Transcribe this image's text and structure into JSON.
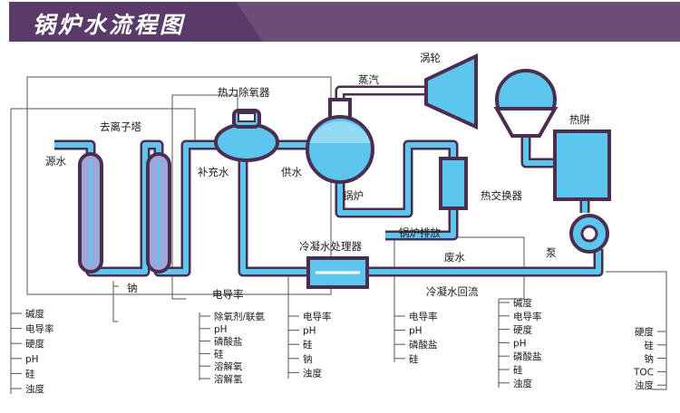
{
  "title": "锅炉水流程图",
  "colors": {
    "banner": "#5a3a68",
    "banner_light": "#8d7499",
    "water": "#5cc6ef",
    "outline": "#4a2d4f",
    "column_fill": "#9fa6da",
    "line": "#444444"
  },
  "labels": {
    "source_water": "源水",
    "deionizer": "去离子塔",
    "deaerator": "热力除氧器",
    "makeup_water": "补充水",
    "feed_water": "供水",
    "steam": "蒸汽",
    "turbine": "涡轮",
    "hot_well": "热阱",
    "boiler": "锅炉",
    "heat_exchanger": "热交换器",
    "blowdown": "锅炉排放",
    "waste_water": "废水",
    "pump": "泵",
    "condensate_treater": "冷凝水处理器",
    "condensate_return": "冷凝水回流",
    "sodium": "钠",
    "conductivity": "电导率"
  },
  "lists": {
    "source": [
      "碱度",
      "电导率",
      "硬度",
      "pH",
      "硅",
      "浊度"
    ],
    "deaerator": [
      "除氧剂/联氨",
      "pH",
      "磷酸盐",
      "硅",
      "溶解氧",
      "溶解氢"
    ],
    "condensate_treater": [
      "电导率",
      "pH",
      "硅",
      "钠",
      "浊度"
    ],
    "blowdown": [
      "电导率",
      "pH",
      "磷酸盐",
      "硅"
    ],
    "boiler": [
      "碱度",
      "电导率",
      "硬度",
      "pH",
      "磷酸盐",
      "硅",
      "浊度"
    ],
    "return": [
      "硬度",
      "硅",
      "钠",
      "TOC",
      "浊度"
    ]
  }
}
